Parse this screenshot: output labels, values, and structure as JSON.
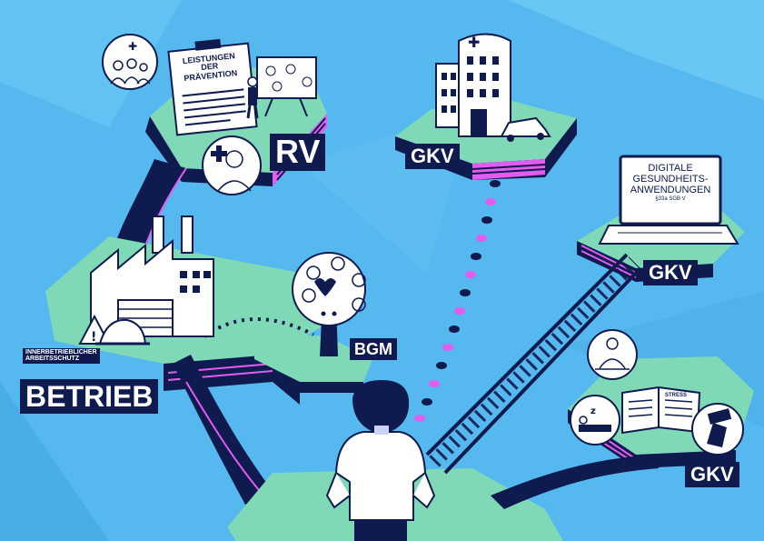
{
  "labels": {
    "rv": "RV",
    "gkv_hospital": "GKV",
    "gkv_laptop": "GKV",
    "gkv_wellness": "GKV",
    "bgm": "BGM",
    "betrieb": "BETRIEB",
    "arbeitsschutz_line1": "INNERBETRIEBLICHER",
    "arbeitsschutz_line2": "ARBEITSSCHUTZ"
  },
  "clipboard": {
    "line1": "LEISTUNGEN",
    "line2": "DER",
    "line3": "PRÄVENTION"
  },
  "laptop": {
    "line1": "DIGITALE",
    "line2": "GESUNDHEITS-",
    "line3": "ANWENDUNGEN",
    "line4": "§33a SGB V"
  },
  "book": {
    "text": "STRESS"
  },
  "colors": {
    "background": "#55b8ee",
    "platform_green": "#7fd9b6",
    "navy": "#0f1a4f",
    "magenta": "#e35cf0",
    "white": "#ffffff"
  },
  "icons": [
    "family-icon",
    "doctor-icon",
    "presentation-icon",
    "hospital-icon",
    "car-icon",
    "laptop-icon",
    "factory-icon",
    "hardhat-icon",
    "warning-sign-icon",
    "health-tree-icon",
    "meditation-icon",
    "sleep-icon",
    "stress-icon",
    "person-icon"
  ]
}
